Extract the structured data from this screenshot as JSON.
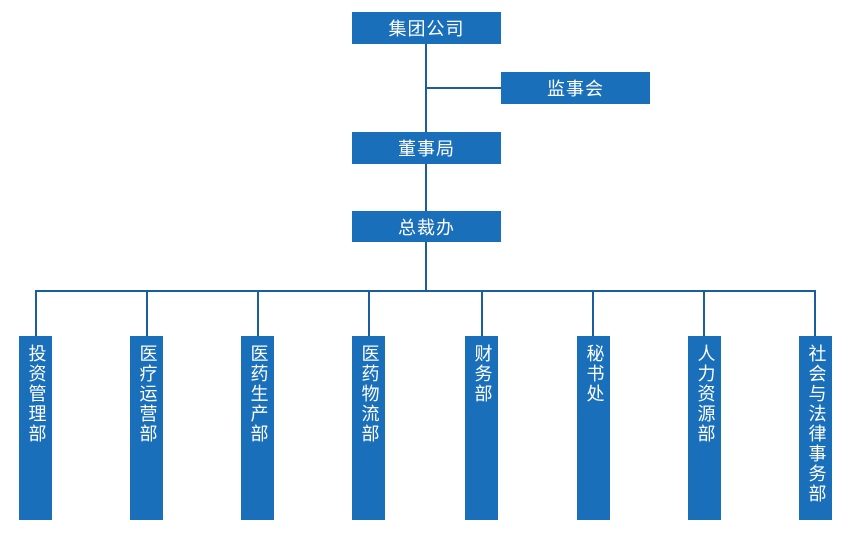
{
  "org": {
    "root": "集团公司",
    "supervisory": "监事会",
    "board": "董事局",
    "president_office": "总裁办",
    "departments": [
      "投资管理部",
      "医疗运营部",
      "医药生产部",
      "医药物流部",
      "财务部",
      "秘书处",
      "人力资源部",
      "社会与法律事务部"
    ]
  },
  "colors": {
    "box_fill": "#1a6fbb",
    "line": "#1a5f9c",
    "text": "#ffffff"
  }
}
